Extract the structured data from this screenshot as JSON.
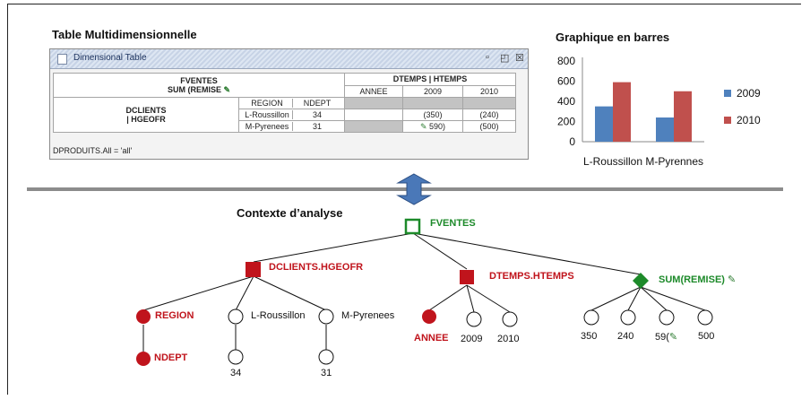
{
  "headings": {
    "table": "Table Multidimensionnelle",
    "chart": "Graphique en barres",
    "context": "Contexte d’analyse"
  },
  "dimensional_table": {
    "window_title": "Dimensional Table",
    "measure_fact": "FVENTES",
    "measure_agg": "SUM (REMISE",
    "time_dim": "DTEMPS | HTEMPS",
    "annee": "ANNEE",
    "year_2009": "2009",
    "year_2010": "2010",
    "row_dim_1": "DCLIENTS",
    "row_dim_2": "| HGEOFR",
    "region": "REGION",
    "ndept": "NDEPT",
    "rows": [
      {
        "region": "L-Roussillon",
        "ndept": "34",
        "v2009": "(350)",
        "v2010": "(240)"
      },
      {
        "region": "M-Pyrenees",
        "ndept": "31",
        "v2009": "590)",
        "v2010": "(500)"
      }
    ],
    "filter": "DPRODUITS.All = 'all'"
  },
  "chart_data": {
    "type": "bar",
    "title": "Graphique en barres",
    "categories": [
      "L-Roussillon",
      "M-Pyrennes"
    ],
    "series": [
      {
        "name": "2009",
        "values": [
          350,
          240
        ],
        "color": "#4f81bd"
      },
      {
        "name": "2010",
        "values": [
          590,
          500
        ],
        "color": "#c0504d"
      }
    ],
    "y_ticks": [
      "0",
      "200",
      "400",
      "600",
      "800"
    ],
    "ylim": [
      0,
      800
    ],
    "legend": "right"
  },
  "tree": {
    "root": "FVENTES",
    "dim1": "DCLIENTS.HGEOFR",
    "dim2": "DTEMPS.HTEMPS",
    "measure": "SUM(REMISE)",
    "region": "REGION",
    "ndept": "NDEPT",
    "l_roussillon": "L-Roussillon",
    "m_pyrenees": "M-Pyrenees",
    "n34": "34",
    "n31": "31",
    "annee": "ANNEE",
    "y2009": "2009",
    "y2010": "2010",
    "v350": "350",
    "v240": "240",
    "v590": "59(",
    "v500": "500"
  },
  "colors": {
    "red": "#c0141c",
    "green": "#1d8a2a",
    "arrow": "#4a78b8"
  }
}
